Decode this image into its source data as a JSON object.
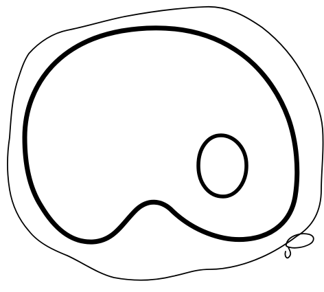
{
  "diagram": {
    "background_color": "#ffffff",
    "line_color": "#000000",
    "shapes": [
      "outer-contour",
      "kidney-contour",
      "inner-oval-contour",
      "small-loop-contour"
    ]
  }
}
